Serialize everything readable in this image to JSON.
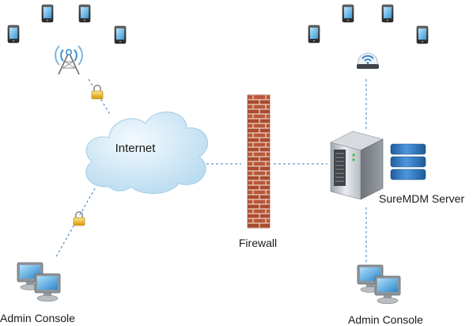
{
  "nodes": {
    "internet": {
      "label": "Internet"
    },
    "firewall": {
      "label": "Firewall"
    },
    "server": {
      "label": "SureMDM Server"
    },
    "admin_left": {
      "label": "Admin Console"
    },
    "admin_right": {
      "label": "Admin Console"
    }
  },
  "icons": {
    "cell_tower": "cell-tower-icon",
    "wifi_router": "wifi-router-icon",
    "phone": "mobile-phone-icon",
    "lock": "padlock-icon",
    "server": "server-tower-icon",
    "database": "database-icon",
    "monitors": "desktop-monitors-icon"
  },
  "colors": {
    "connector": "#3c78c8",
    "cloud_fill": "#cfe6f5",
    "brick": "#b9573b",
    "database_blue": "#2f78c4",
    "lock_gold": "#e8b41e"
  }
}
